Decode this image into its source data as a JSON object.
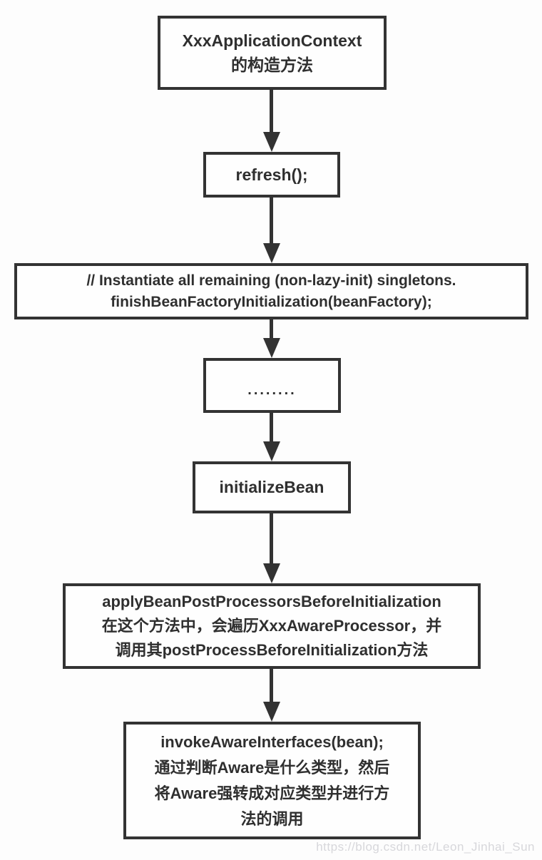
{
  "diagram": {
    "title_implicit": "",
    "nodes": [
      {
        "id": "app-context-constructor",
        "lines": [
          "XxxApplicationContext",
          "的构造方法"
        ]
      },
      {
        "id": "refresh",
        "lines": [
          "refresh();"
        ]
      },
      {
        "id": "finish-bean-factory-init",
        "lines": [
          "// Instantiate all remaining (non-lazy-init) singletons.",
          "finishBeanFactoryInitialization(beanFactory);"
        ]
      },
      {
        "id": "ellipsis",
        "lines": [
          "........"
        ]
      },
      {
        "id": "initialize-bean",
        "lines": [
          "initializeBean"
        ]
      },
      {
        "id": "apply-bean-post-processors",
        "lines": [
          "applyBeanPostProcessorsBeforeInitialization",
          "在这个方法中，会遍历XxxAwareProcessor，并",
          "调用其postProcessBeforeInitialization方法"
        ]
      },
      {
        "id": "invoke-aware-interfaces",
        "lines": [
          "invokeAwareInterfaces(bean);",
          "通过判断Aware是什么类型，然后",
          "将Aware强转成对应类型并进行方",
          "法的调用"
        ]
      }
    ],
    "watermark": "https://blog.csdn.net/Leon_Jinhai_Sun",
    "colors": {
      "border": "#333333",
      "text": "#2f2f2f",
      "background": "#fdfdfd",
      "watermark": "#d7d7db"
    }
  }
}
